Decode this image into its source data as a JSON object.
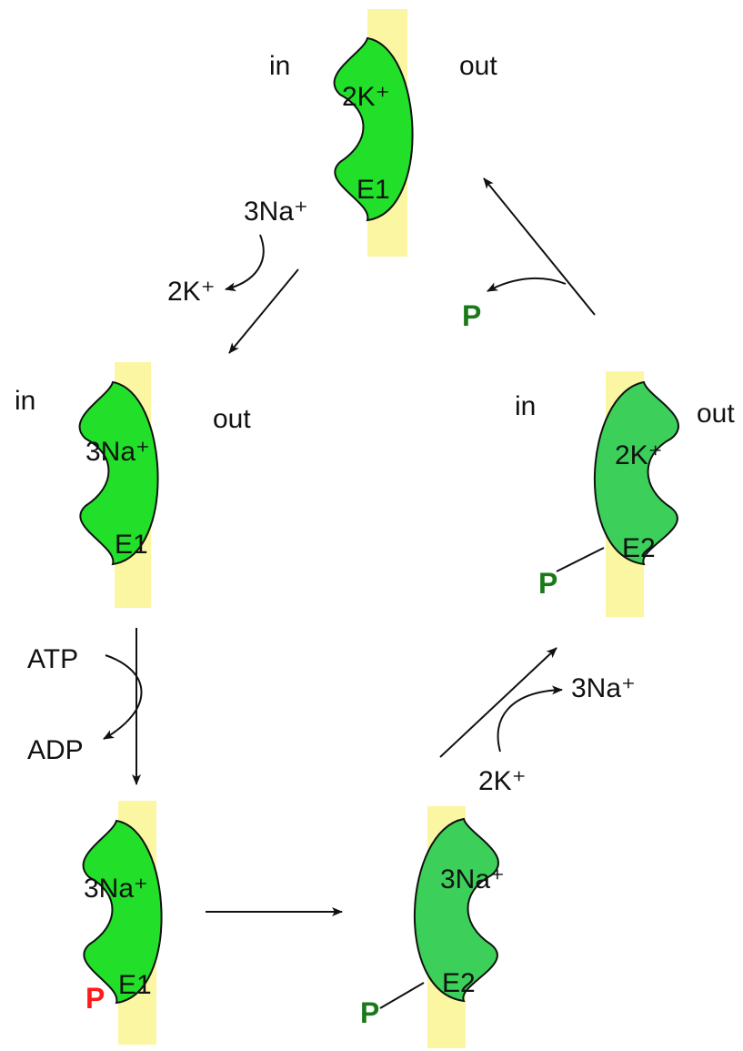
{
  "colors": {
    "membrane": "#fbf6a2",
    "protein_e1": "#22e02a",
    "protein_e2": "#3ccf5a",
    "phosphate_green": "#1a7a1a",
    "phosphate_red": "#ff1a1a",
    "ink": "#111111"
  },
  "states": {
    "top": {
      "side_in": "in",
      "side_out": "out",
      "ion": "2K⁺",
      "enzyme": "E1"
    },
    "left_mid": {
      "side_in": "in",
      "side_out": "out",
      "ion": "3Na⁺",
      "enzyme": "E1"
    },
    "left_bottom": {
      "ion": "3Na⁺",
      "enzyme": "E1",
      "phosphate": "P"
    },
    "right_bottom": {
      "ion": "3Na⁺",
      "enzyme": "E2",
      "phosphate": "P"
    },
    "right_mid": {
      "side_in": "in",
      "side_out": "out",
      "ion": "2K⁺",
      "enzyme": "E2",
      "phosphate": "P"
    }
  },
  "transitions": {
    "top_to_left": {
      "enters": "3Na⁺",
      "leaves": "2K⁺"
    },
    "left_to_bottom": {
      "enters": "ATP",
      "leaves": "ADP"
    },
    "bottom_to_right": {
      "enters": "2K⁺",
      "leaves": "3Na⁺"
    },
    "right_to_top": {
      "released": "P"
    }
  }
}
